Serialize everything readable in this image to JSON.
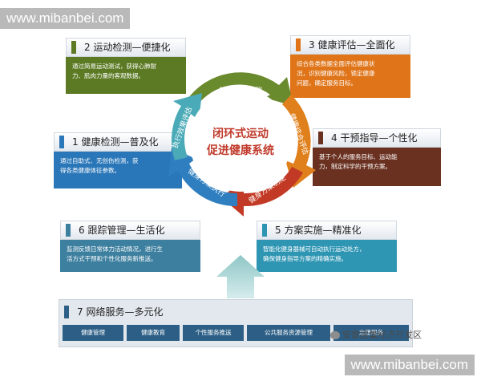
{
  "watermarks": {
    "top": "www.mibanbei.com",
    "bottom": "www.mibanbei.com"
  },
  "cycle": {
    "center_line1": "闭环式运动",
    "center_line2": "促进健康系统",
    "labels": {
      "top": "健康状况检测",
      "right": "健康综合评估",
      "bottom_right": "健身方案制定",
      "bottom_left": "健身方案执行",
      "left": "执行效果评估"
    }
  },
  "cards": {
    "c2": {
      "title": "2 运动检测—便捷化",
      "body": [
        "通过简易运动测试，获得心肺耐",
        "力、肌肉力量的客观数据。"
      ],
      "color": "#5b7a23"
    },
    "c3": {
      "title": "3 健康评估—全面化",
      "body": [
        "综合各类数据全面评估健康状",
        "况，识别健康风险，锁定健康",
        "问题，确定服务目标。"
      ],
      "color": "#df7418"
    },
    "c1": {
      "title": "1 健康检测—普及化",
      "body": [
        "通过自助式、无创伤检测，获",
        "得各类健康体征参数。"
      ],
      "color": "#2976b8"
    },
    "c4": {
      "title": "4 干预指导—个性化",
      "body": [
        "基于个人的服务目标、运动能",
        "力，制定科学的干预方案。"
      ],
      "color": "#6a3121"
    },
    "c6": {
      "title": "6 跟踪管理—生活化",
      "body": [
        "监测反馈日常体力活动情况，进行生",
        "活方式干预和个性化服务新推送。"
      ],
      "color": "#3d7f9f"
    },
    "c5": {
      "title": "5 方案实施—精准化",
      "body": [
        "智能化健身器械可自动执行运动处方，",
        "确保健身指导方案的精确实施。"
      ],
      "color": "#2e95b3"
    }
  },
  "network": {
    "title": "7 网络服务—多元化",
    "items": [
      "健康管理",
      "健康教育",
      "个性服务推送",
      "公共服务资源管理",
      "志愿服务"
    ]
  },
  "wechat_source": "安徽居巢经济开发区",
  "colors": {
    "dark_green": "#6a8a2e",
    "orange": "#e0801c",
    "red": "#c23a25",
    "maroon": "#6c2a1b",
    "blue": "#2f7fc0",
    "teal": "#4aaab7"
  }
}
